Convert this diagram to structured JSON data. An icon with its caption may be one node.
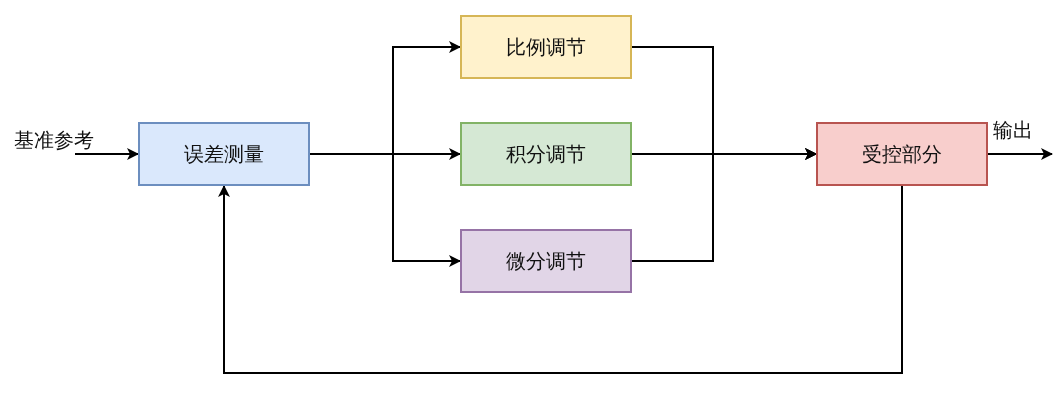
{
  "diagram": {
    "nodes": [
      {
        "text": [
          "误差测量"
        ]
      },
      {
        "text": [
          "比例调节"
        ]
      },
      {
        "text": [
          "积分调节"
        ]
      },
      {
        "text": [
          "微分调节"
        ]
      },
      {
        "text": [
          "受控部分"
        ]
      }
    ],
    "edges": [
      {
        "from": null,
        "to": 0,
        "arrow": "to",
        "label": "基准参考"
      },
      {
        "from": 0,
        "to": 1,
        "arrow": "to"
      },
      {
        "from": 0,
        "to": 2,
        "arrow": "to"
      },
      {
        "from": 0,
        "to": 3,
        "arrow": "to"
      },
      {
        "from": 1,
        "to": 4,
        "arrow": "to"
      },
      {
        "from": 2,
        "to": 4,
        "arrow": "to"
      },
      {
        "from": 3,
        "to": 4,
        "arrow": "to"
      },
      {
        "from": 4,
        "to": null,
        "arrow": "to",
        "label": "输出"
      },
      {
        "from": 4,
        "to": 0,
        "arrow": "to"
      }
    ]
  }
}
